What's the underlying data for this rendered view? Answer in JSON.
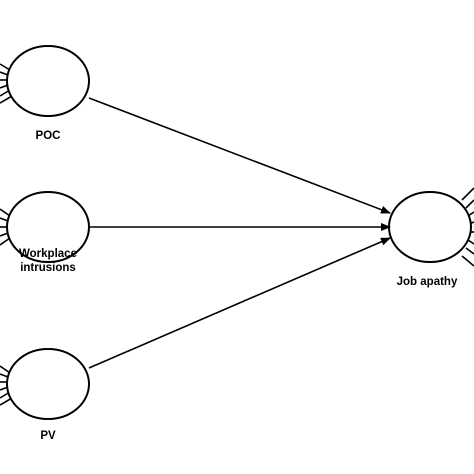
{
  "nodes": {
    "poc": {
      "label": "POC"
    },
    "workplace_intrusions": {
      "label": "Workplace\nintrusions"
    },
    "pv": {
      "label": "PV"
    },
    "job_apathy": {
      "label": "Job apathy"
    }
  },
  "edges": [
    {
      "from": "poc",
      "to": "job_apathy"
    },
    {
      "from": "workplace_intrusions",
      "to": "job_apathy"
    },
    {
      "from": "pv",
      "to": "job_apathy"
    }
  ],
  "colors": {
    "stroke": "#000000",
    "fill": "#ffffff"
  }
}
